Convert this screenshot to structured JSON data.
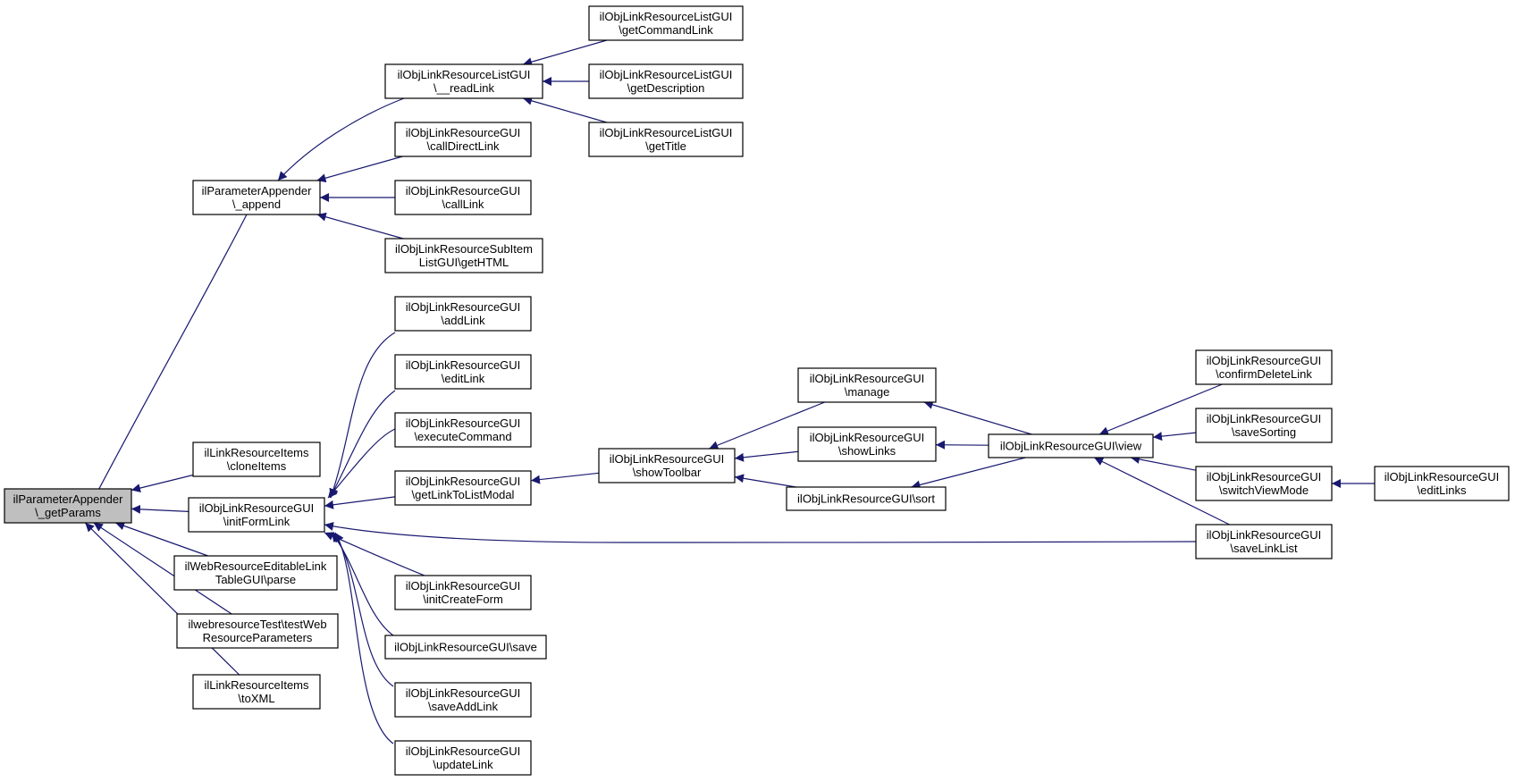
{
  "graph": {
    "nodes": [
      {
        "id": "getParams",
        "lines": [
          "ilParameterAppender",
          "\\_getParams"
        ],
        "focus": true
      },
      {
        "id": "append",
        "lines": [
          "ilParameterAppender",
          "\\_append"
        ]
      },
      {
        "id": "readLink",
        "lines": [
          "ilObjLinkResourceListGUI",
          "\\__readLink"
        ]
      },
      {
        "id": "getCommandLink",
        "lines": [
          "ilObjLinkResourceListGUI",
          "\\getCommandLink"
        ]
      },
      {
        "id": "getDescription",
        "lines": [
          "ilObjLinkResourceListGUI",
          "\\getDescription"
        ]
      },
      {
        "id": "getTitle",
        "lines": [
          "ilObjLinkResourceListGUI",
          "\\getTitle"
        ]
      },
      {
        "id": "callDirectLink",
        "lines": [
          "ilObjLinkResourceGUI",
          "\\callDirectLink"
        ]
      },
      {
        "id": "callLink",
        "lines": [
          "ilObjLinkResourceGUI",
          "\\callLink"
        ]
      },
      {
        "id": "subItemGetHTML",
        "lines": [
          "ilObjLinkResourceSubItem",
          "ListGUI\\getHTML"
        ]
      },
      {
        "id": "cloneItems",
        "lines": [
          "ilLinkResourceItems",
          "\\cloneItems"
        ]
      },
      {
        "id": "initFormLink",
        "lines": [
          "ilObjLinkResourceGUI",
          "\\initFormLink"
        ]
      },
      {
        "id": "editableParse",
        "lines": [
          "ilWebResourceEditableLink",
          "TableGUI\\parse"
        ]
      },
      {
        "id": "testWeb",
        "lines": [
          "ilwebresourceTest\\testWeb",
          "ResourceParameters"
        ]
      },
      {
        "id": "toXML",
        "lines": [
          "ilLinkResourceItems",
          "\\toXML"
        ]
      },
      {
        "id": "addLink",
        "lines": [
          "ilObjLinkResourceGUI",
          "\\addLink"
        ]
      },
      {
        "id": "editLink",
        "lines": [
          "ilObjLinkResourceGUI",
          "\\editLink"
        ]
      },
      {
        "id": "executeCommand",
        "lines": [
          "ilObjLinkResourceGUI",
          "\\executeCommand"
        ]
      },
      {
        "id": "getLinkToListModal",
        "lines": [
          "ilObjLinkResourceGUI",
          "\\getLinkToListModal"
        ]
      },
      {
        "id": "initCreateForm",
        "lines": [
          "ilObjLinkResourceGUI",
          "\\initCreateForm"
        ]
      },
      {
        "id": "save",
        "lines": [
          "ilObjLinkResourceGUI\\save"
        ]
      },
      {
        "id": "saveAddLink",
        "lines": [
          "ilObjLinkResourceGUI",
          "\\saveAddLink"
        ]
      },
      {
        "id": "updateLink",
        "lines": [
          "ilObjLinkResourceGUI",
          "\\updateLink"
        ]
      },
      {
        "id": "showToolbar",
        "lines": [
          "ilObjLinkResourceGUI",
          "\\showToolbar"
        ]
      },
      {
        "id": "manage",
        "lines": [
          "ilObjLinkResourceGUI",
          "\\manage"
        ]
      },
      {
        "id": "showLinks",
        "lines": [
          "ilObjLinkResourceGUI",
          "\\showLinks"
        ]
      },
      {
        "id": "sort",
        "lines": [
          "ilObjLinkResourceGUI\\sort"
        ]
      },
      {
        "id": "view",
        "lines": [
          "ilObjLinkResourceGUI\\view"
        ]
      },
      {
        "id": "confirmDeleteLink",
        "lines": [
          "ilObjLinkResourceGUI",
          "\\confirmDeleteLink"
        ]
      },
      {
        "id": "saveSorting",
        "lines": [
          "ilObjLinkResourceGUI",
          "\\saveSorting"
        ]
      },
      {
        "id": "switchViewMode",
        "lines": [
          "ilObjLinkResourceGUI",
          "\\switchViewMode"
        ]
      },
      {
        "id": "saveLinkList",
        "lines": [
          "ilObjLinkResourceGUI",
          "\\saveLinkList"
        ]
      },
      {
        "id": "editLinks",
        "lines": [
          "ilObjLinkResourceGUI",
          "\\editLinks"
        ]
      }
    ],
    "edges": [
      {
        "from": "append",
        "to": "getParams"
      },
      {
        "from": "cloneItems",
        "to": "getParams"
      },
      {
        "from": "initFormLink",
        "to": "getParams"
      },
      {
        "from": "editableParse",
        "to": "getParams"
      },
      {
        "from": "testWeb",
        "to": "getParams"
      },
      {
        "from": "toXML",
        "to": "getParams"
      },
      {
        "from": "readLink",
        "to": "append"
      },
      {
        "from": "callDirectLink",
        "to": "append"
      },
      {
        "from": "callLink",
        "to": "append"
      },
      {
        "from": "subItemGetHTML",
        "to": "append"
      },
      {
        "from": "getCommandLink",
        "to": "readLink"
      },
      {
        "from": "getDescription",
        "to": "readLink"
      },
      {
        "from": "getTitle",
        "to": "readLink"
      },
      {
        "from": "addLink",
        "to": "initFormLink"
      },
      {
        "from": "editLink",
        "to": "initFormLink"
      },
      {
        "from": "executeCommand",
        "to": "initFormLink"
      },
      {
        "from": "getLinkToListModal",
        "to": "initFormLink"
      },
      {
        "from": "initCreateForm",
        "to": "initFormLink"
      },
      {
        "from": "save",
        "to": "initFormLink"
      },
      {
        "from": "saveAddLink",
        "to": "initFormLink"
      },
      {
        "from": "updateLink",
        "to": "initFormLink"
      },
      {
        "from": "saveLinkList",
        "to": "initFormLink"
      },
      {
        "from": "showToolbar",
        "to": "getLinkToListModal"
      },
      {
        "from": "manage",
        "to": "showToolbar"
      },
      {
        "from": "showLinks",
        "to": "showToolbar"
      },
      {
        "from": "sort",
        "to": "showToolbar"
      },
      {
        "from": "view",
        "to": "manage"
      },
      {
        "from": "view",
        "to": "showLinks"
      },
      {
        "from": "view",
        "to": "sort"
      },
      {
        "from": "confirmDeleteLink",
        "to": "view"
      },
      {
        "from": "saveSorting",
        "to": "view"
      },
      {
        "from": "switchViewMode",
        "to": "view"
      },
      {
        "from": "saveLinkList",
        "to": "view"
      },
      {
        "from": "editLinks",
        "to": "switchViewMode"
      }
    ]
  },
  "colors": {
    "edge": "#191970",
    "node_border": "#000000",
    "focus_fill": "#bfbfbf",
    "node_fill": "#ffffff"
  }
}
